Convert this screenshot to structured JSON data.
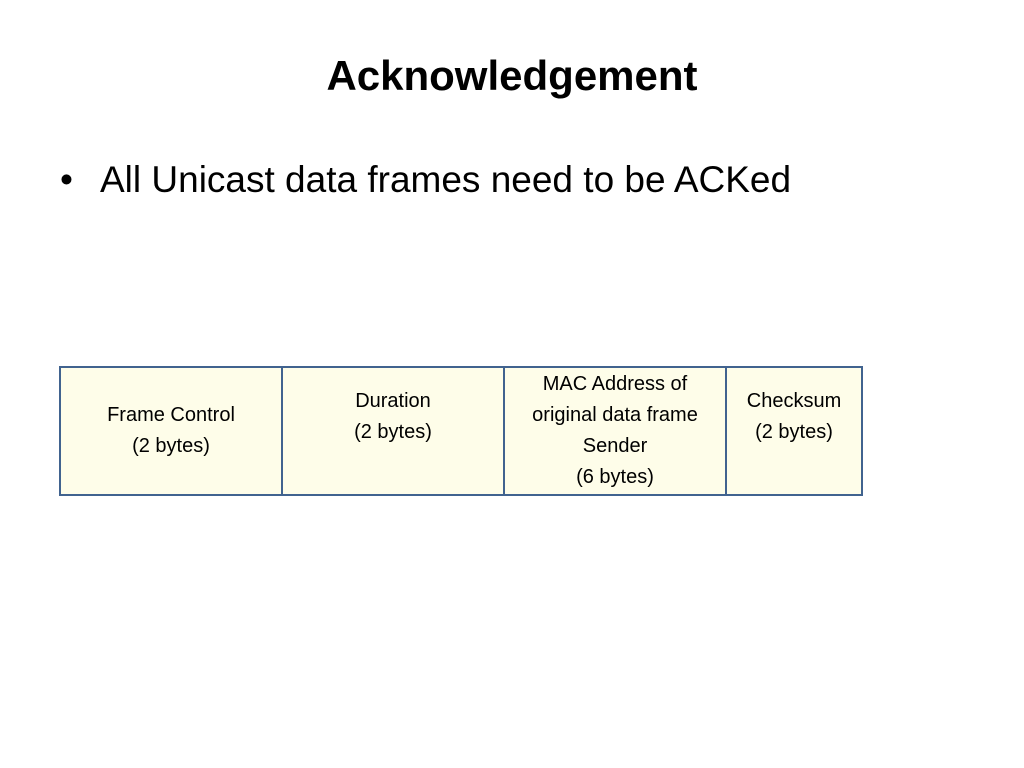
{
  "title": "Acknowledgement",
  "bullets": [
    {
      "marker": "•",
      "text": "All Unicast data frames need to be ACKed"
    }
  ],
  "frame_fields": [
    {
      "lines": [
        "Frame Control",
        "(2 bytes)"
      ]
    },
    {
      "lines": [
        "Duration",
        "(2 bytes)"
      ]
    },
    {
      "lines": [
        "MAC Address of",
        "original data frame",
        "Sender",
        "(6 bytes)"
      ]
    },
    {
      "lines": [
        "Checksum",
        "(2 bytes)"
      ]
    }
  ],
  "colors": {
    "field_fill": "#fefde9",
    "field_border": "#41638f"
  }
}
